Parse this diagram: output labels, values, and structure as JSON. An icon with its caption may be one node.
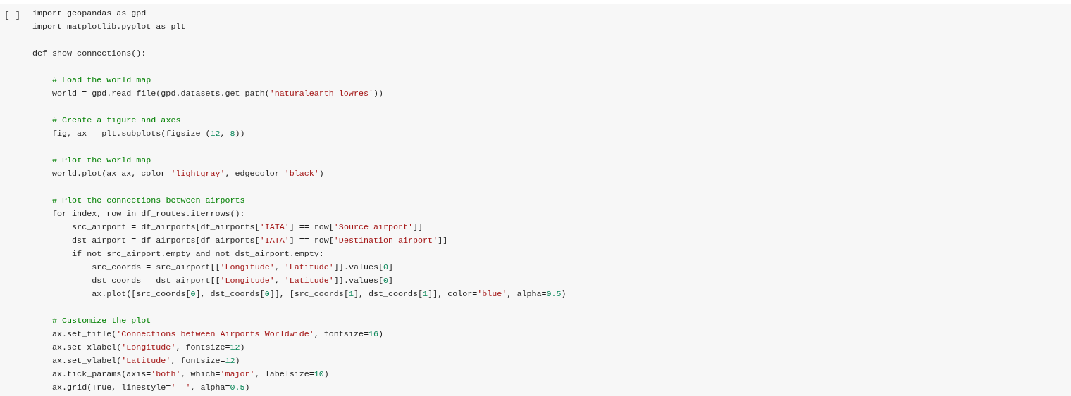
{
  "diagram": {
    "nodes": [
      {
        "text": [
          "import geopandas as gpd",
          "import matplotlib.pyplot as plt",
          "def show_connections():",
          "    # Load the world map",
          "    world = gpd.read_file(gpd.datasets.get_path('naturalearth_lowres'))",
          "    # Create a figure and axes",
          "    fig, ax = plt.subplots(figsize=(12, 8))",
          "    # Plot the world map",
          "    world.plot(ax=ax, color='lightgray', edgecolor='black')",
          "    # Plot the connections between airports",
          "    for index, row in df_routes.iterrows():",
          "        src_airport = df_airports[df_airports['IATA'] == row['Source airport']]",
          "        dst_airport = df_airports[df_airports['IATA'] == row['Destination airport']]",
          "        if not src_airport.empty and not dst_airport.empty:",
          "            src_coords = src_airport[['Longitude', 'Latitude']].values[0]",
          "            dst_coords = dst_airport[['Longitude', 'Latitude']].values[0]",
          "            ax.plot([src_coords[0], dst_coords[0]], [src_coords[1], dst_coords[1]], color='blue', alpha=0.5)",
          "    # Customize the plot",
          "    ax.set_title('Connections between Airports Worldwide', fontsize=16)",
          "    ax.set_xlabel('Longitude', fontsize=12)",
          "    ax.set_ylabel('Latitude', fontsize=12)",
          "    ax.tick_params(axis='both', which='major', labelsize=10)",
          "    ax.grid(True, linestyle='--', alpha=0.5)"
        ]
      }
    ],
    "labels": [
      "[ ]"
    ]
  }
}
